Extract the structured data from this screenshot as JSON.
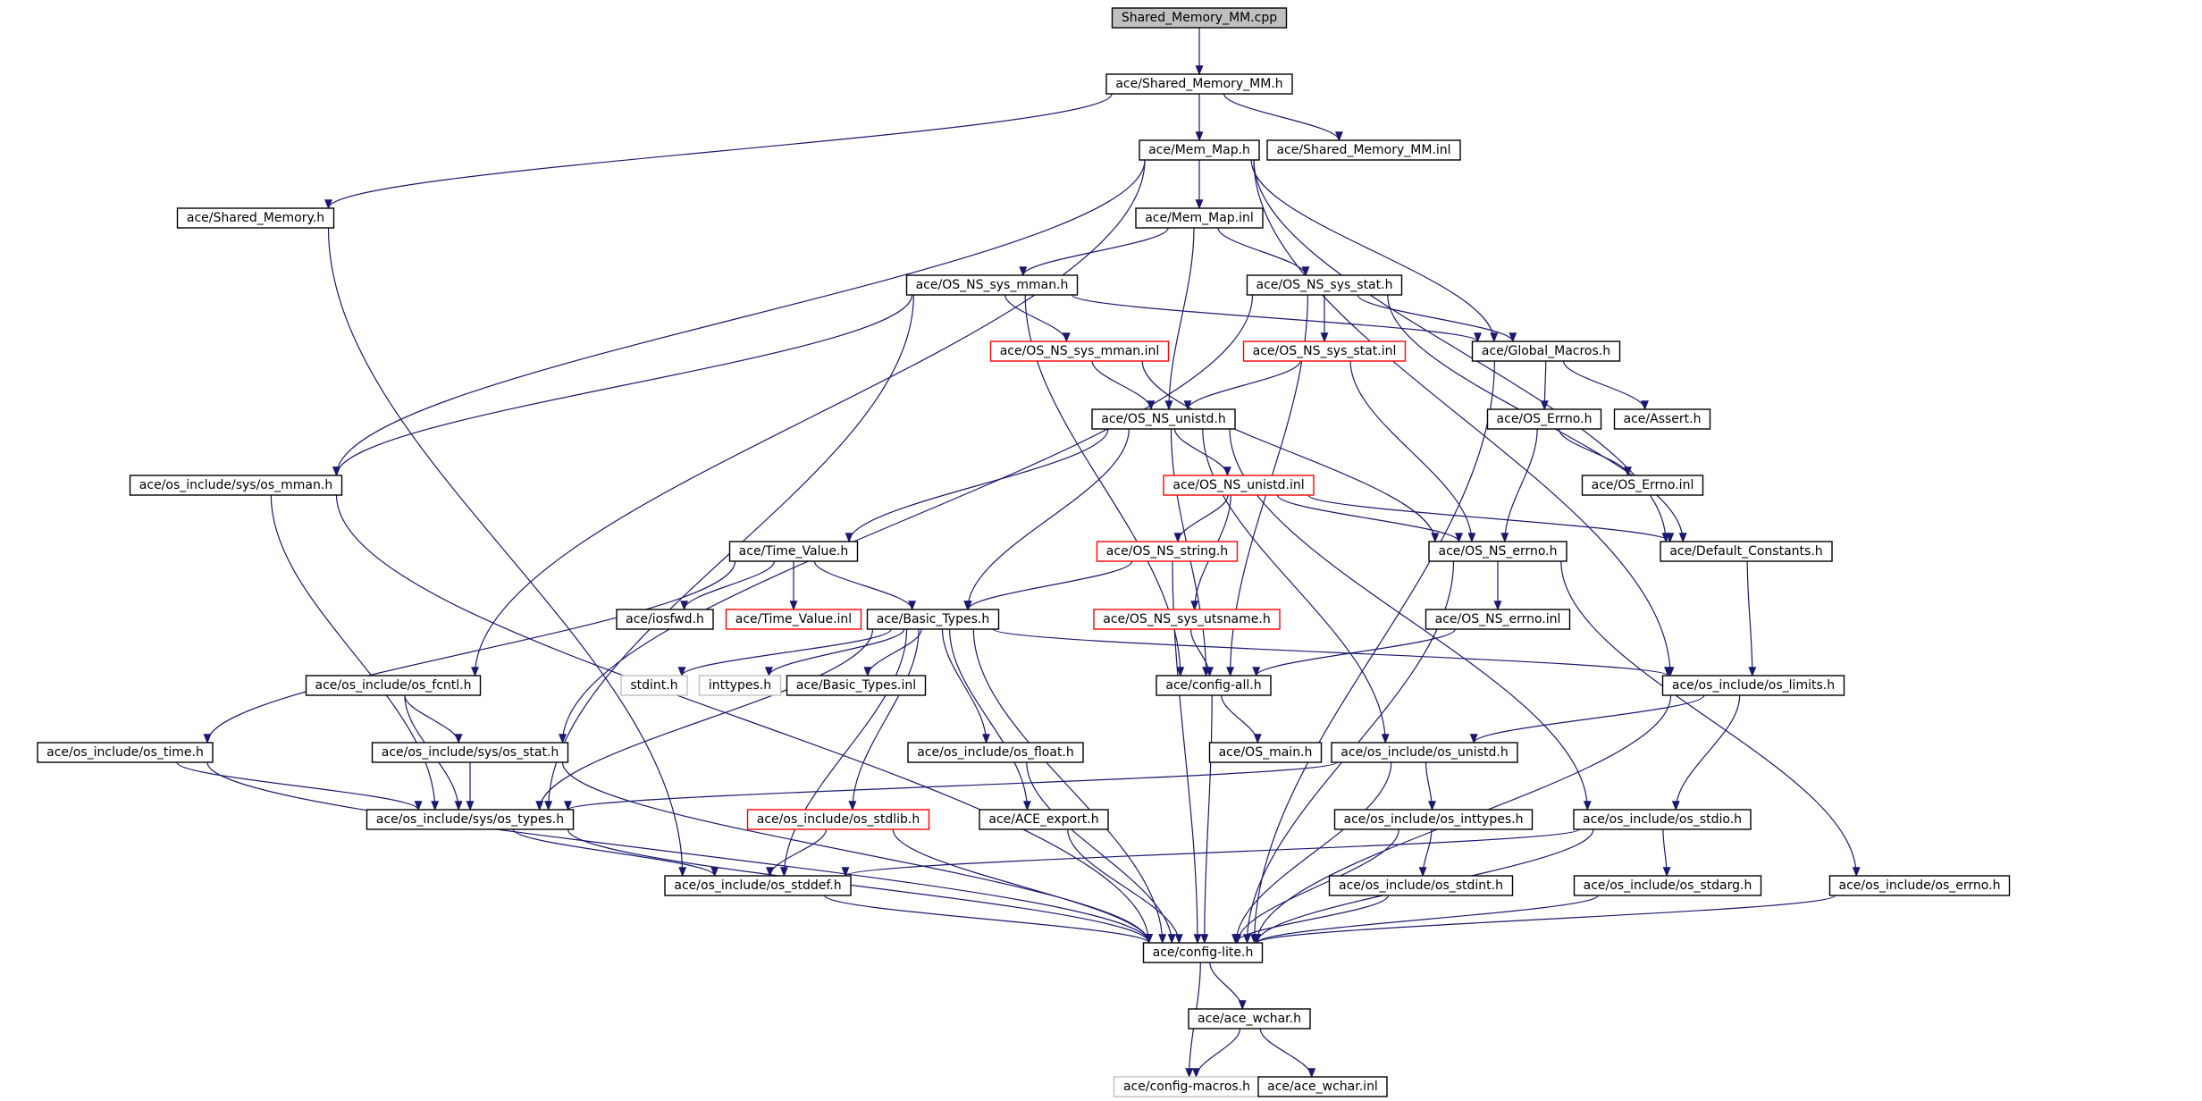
{
  "diagram": {
    "colors": {
      "edge": "#191970",
      "default_border": "#000000",
      "red_border": "#ff0000",
      "gray_border": "#bfbfbf",
      "root_fill": "#bfbfbf"
    },
    "nodes": [
      {
        "id": "smm_cpp",
        "label": "Shared_Memory_MM.cpp",
        "style": "root"
      },
      {
        "id": "smm_h",
        "label": "ace/Shared_Memory_MM.h",
        "style": "normal"
      },
      {
        "id": "smm_inl",
        "label": "ace/Shared_Memory_MM.inl",
        "style": "normal"
      },
      {
        "id": "memmap_h",
        "label": "ace/Mem_Map.h",
        "style": "normal"
      },
      {
        "id": "shmem_h",
        "label": "ace/Shared_Memory.h",
        "style": "normal"
      },
      {
        "id": "memmap_inl",
        "label": "ace/Mem_Map.inl",
        "style": "normal"
      },
      {
        "id": "sysmman_h",
        "label": "ace/OS_NS_sys_mman.h",
        "style": "normal"
      },
      {
        "id": "sysstat_h",
        "label": "ace/OS_NS_sys_stat.h",
        "style": "normal"
      },
      {
        "id": "sysmman_inl",
        "label": "ace/OS_NS_sys_mman.inl",
        "style": "red"
      },
      {
        "id": "sysstat_inl",
        "label": "ace/OS_NS_sys_stat.inl",
        "style": "red"
      },
      {
        "id": "globalmacros",
        "label": "ace/Global_Macros.h",
        "style": "normal"
      },
      {
        "id": "unistd_h",
        "label": "ace/OS_NS_unistd.h",
        "style": "normal"
      },
      {
        "id": "oserrno_h",
        "label": "ace/OS_Errno.h",
        "style": "normal"
      },
      {
        "id": "assert_h",
        "label": "ace/Assert.h",
        "style": "normal"
      },
      {
        "id": "oserrno_inl",
        "label": "ace/OS_Errno.inl",
        "style": "normal"
      },
      {
        "id": "osmman",
        "label": "ace/os_include/sys/os_mman.h",
        "style": "normal"
      },
      {
        "id": "unistd_inl",
        "label": "ace/OS_NS_unistd.inl",
        "style": "red"
      },
      {
        "id": "timevalue_h",
        "label": "ace/Time_Value.h",
        "style": "normal"
      },
      {
        "id": "nsstring",
        "label": "ace/OS_NS_string.h",
        "style": "red"
      },
      {
        "id": "nserrno_h",
        "label": "ace/OS_NS_errno.h",
        "style": "normal"
      },
      {
        "id": "defconst",
        "label": "ace/Default_Constants.h",
        "style": "normal"
      },
      {
        "id": "iosfwd",
        "label": "ace/iosfwd.h",
        "style": "normal"
      },
      {
        "id": "timevalue_inl",
        "label": "ace/Time_Value.inl",
        "style": "red"
      },
      {
        "id": "basictypes_h",
        "label": "ace/Basic_Types.h",
        "style": "normal"
      },
      {
        "id": "utsname",
        "label": "ace/OS_NS_sys_utsname.h",
        "style": "red"
      },
      {
        "id": "nserrno_inl",
        "label": "ace/OS_NS_errno.inl",
        "style": "normal"
      },
      {
        "id": "osfcntl",
        "label": "ace/os_include/os_fcntl.h",
        "style": "normal"
      },
      {
        "id": "stdint",
        "label": "stdint.h",
        "style": "gray"
      },
      {
        "id": "inttypes",
        "label": "inttypes.h",
        "style": "gray"
      },
      {
        "id": "basictypes_inl",
        "label": "ace/Basic_Types.inl",
        "style": "normal"
      },
      {
        "id": "configall",
        "label": "ace/config-all.h",
        "style": "normal"
      },
      {
        "id": "oslimits",
        "label": "ace/os_include/os_limits.h",
        "style": "normal"
      },
      {
        "id": "ostime",
        "label": "ace/os_include/os_time.h",
        "style": "normal"
      },
      {
        "id": "osstat",
        "label": "ace/os_include/sys/os_stat.h",
        "style": "normal"
      },
      {
        "id": "osfloat",
        "label": "ace/os_include/os_float.h",
        "style": "normal"
      },
      {
        "id": "osmain",
        "label": "ace/OS_main.h",
        "style": "normal"
      },
      {
        "id": "osunistd",
        "label": "ace/os_include/os_unistd.h",
        "style": "normal"
      },
      {
        "id": "ostypes",
        "label": "ace/os_include/sys/os_types.h",
        "style": "normal"
      },
      {
        "id": "osstdlib",
        "label": "ace/os_include/os_stdlib.h",
        "style": "red"
      },
      {
        "id": "aceexport",
        "label": "ace/ACE_export.h",
        "style": "normal"
      },
      {
        "id": "osinttypes",
        "label": "ace/os_include/os_inttypes.h",
        "style": "normal"
      },
      {
        "id": "osstdio",
        "label": "ace/os_include/os_stdio.h",
        "style": "normal"
      },
      {
        "id": "osstddef",
        "label": "ace/os_include/os_stddef.h",
        "style": "normal"
      },
      {
        "id": "osstdint",
        "label": "ace/os_include/os_stdint.h",
        "style": "normal"
      },
      {
        "id": "osstdarg",
        "label": "ace/os_include/os_stdarg.h",
        "style": "normal"
      },
      {
        "id": "oserrno",
        "label": "ace/os_include/os_errno.h",
        "style": "normal"
      },
      {
        "id": "configlite",
        "label": "ace/config-lite.h",
        "style": "normal"
      },
      {
        "id": "acewchar_h",
        "label": "ace/ace_wchar.h",
        "style": "normal"
      },
      {
        "id": "configmacros",
        "label": "ace/config-macros.h",
        "style": "gray"
      },
      {
        "id": "acewchar_inl",
        "label": "ace/ace_wchar.inl",
        "style": "normal"
      }
    ],
    "edges": [
      [
        "smm_cpp",
        "smm_h"
      ],
      [
        "smm_h",
        "memmap_h"
      ],
      [
        "smm_h",
        "smm_inl"
      ],
      [
        "smm_h",
        "shmem_h"
      ],
      [
        "memmap_h",
        "memmap_inl"
      ],
      [
        "memmap_h",
        "globalmacros"
      ],
      [
        "memmap_h",
        "osmman"
      ],
      [
        "memmap_h",
        "osfcntl"
      ],
      [
        "memmap_h",
        "defconst"
      ],
      [
        "memmap_h",
        "oslimits"
      ],
      [
        "shmem_h",
        "osstddef"
      ],
      [
        "memmap_inl",
        "sysmman_h"
      ],
      [
        "memmap_inl",
        "sysstat_h"
      ],
      [
        "memmap_inl",
        "unistd_h"
      ],
      [
        "sysmman_h",
        "sysmman_inl"
      ],
      [
        "sysmman_h",
        "globalmacros"
      ],
      [
        "sysmman_h",
        "osmman"
      ],
      [
        "sysmman_h",
        "ostypes"
      ],
      [
        "sysmman_h",
        "configall"
      ],
      [
        "sysstat_h",
        "sysstat_inl"
      ],
      [
        "sysstat_h",
        "globalmacros"
      ],
      [
        "sysstat_h",
        "osstat"
      ],
      [
        "sysstat_h",
        "configall"
      ],
      [
        "sysstat_h",
        "defconst"
      ],
      [
        "sysmman_inl",
        "unistd_h"
      ],
      [
        "sysmman_inl",
        "nserrno_h"
      ],
      [
        "sysstat_inl",
        "unistd_h"
      ],
      [
        "sysstat_inl",
        "nserrno_h"
      ],
      [
        "globalmacros",
        "oserrno_h"
      ],
      [
        "globalmacros",
        "assert_h"
      ],
      [
        "globalmacros",
        "configlite"
      ],
      [
        "oserrno_h",
        "oserrno_inl"
      ],
      [
        "oserrno_h",
        "nserrno_h"
      ],
      [
        "unistd_h",
        "unistd_inl"
      ],
      [
        "unistd_h",
        "timevalue_h"
      ],
      [
        "unistd_h",
        "basictypes_h"
      ],
      [
        "unistd_h",
        "configall"
      ],
      [
        "unistd_h",
        "osunistd"
      ],
      [
        "unistd_h",
        "osstdio"
      ],
      [
        "unistd_inl",
        "nsstring"
      ],
      [
        "unistd_inl",
        "utsname"
      ],
      [
        "unistd_inl",
        "nserrno_h"
      ],
      [
        "unistd_inl",
        "defconst"
      ],
      [
        "osmman",
        "ostypes"
      ],
      [
        "osmman",
        "configlite"
      ],
      [
        "timevalue_h",
        "iosfwd"
      ],
      [
        "timevalue_h",
        "timevalue_inl"
      ],
      [
        "timevalue_h",
        "basictypes_h"
      ],
      [
        "timevalue_h",
        "ostime"
      ],
      [
        "nsstring",
        "basictypes_h"
      ],
      [
        "nsstring",
        "configlite"
      ],
      [
        "nserrno_h",
        "nserrno_inl"
      ],
      [
        "nserrno_h",
        "oserrno"
      ],
      [
        "nserrno_h",
        "configlite"
      ],
      [
        "defconst",
        "oslimits"
      ],
      [
        "basictypes_h",
        "stdint"
      ],
      [
        "basictypes_h",
        "inttypes"
      ],
      [
        "basictypes_h",
        "basictypes_inl"
      ],
      [
        "basictypes_h",
        "osfloat"
      ],
      [
        "basictypes_h",
        "aceexport"
      ],
      [
        "basictypes_h",
        "osstdlib"
      ],
      [
        "basictypes_h",
        "osstddef"
      ],
      [
        "basictypes_h",
        "ostypes"
      ],
      [
        "basictypes_h",
        "oslimits"
      ],
      [
        "basictypes_h",
        "configlite"
      ],
      [
        "utsname",
        "configall"
      ],
      [
        "nserrno_inl",
        "configall"
      ],
      [
        "osfcntl",
        "osstat"
      ],
      [
        "osfcntl",
        "ostypes"
      ],
      [
        "configall",
        "osmain"
      ],
      [
        "configall",
        "configlite"
      ],
      [
        "oslimits",
        "osunistd"
      ],
      [
        "oslimits",
        "osstdio"
      ],
      [
        "oslimits",
        "configlite"
      ],
      [
        "ostime",
        "ostypes"
      ],
      [
        "ostime",
        "configlite"
      ],
      [
        "osstat",
        "ostypes"
      ],
      [
        "osstat",
        "configlite"
      ],
      [
        "osfloat",
        "configlite"
      ],
      [
        "osunistd",
        "osinttypes"
      ],
      [
        "osunistd",
        "ostypes"
      ],
      [
        "osunistd",
        "configlite"
      ],
      [
        "ostypes",
        "osstddef"
      ],
      [
        "ostypes",
        "configlite"
      ],
      [
        "osstdlib",
        "osstddef"
      ],
      [
        "osstdlib",
        "configlite"
      ],
      [
        "aceexport",
        "configlite"
      ],
      [
        "osinttypes",
        "osstdint"
      ],
      [
        "osinttypes",
        "configlite"
      ],
      [
        "osstdio",
        "osstddef"
      ],
      [
        "osstdio",
        "osstdarg"
      ],
      [
        "osstdio",
        "configlite"
      ],
      [
        "osstddef",
        "configlite"
      ],
      [
        "osstdint",
        "configlite"
      ],
      [
        "osstdarg",
        "configlite"
      ],
      [
        "oserrno",
        "configlite"
      ],
      [
        "configlite",
        "acewchar_h"
      ],
      [
        "configlite",
        "configmacros"
      ],
      [
        "acewchar_h",
        "configmacros"
      ],
      [
        "acewchar_h",
        "acewchar_inl"
      ]
    ]
  }
}
